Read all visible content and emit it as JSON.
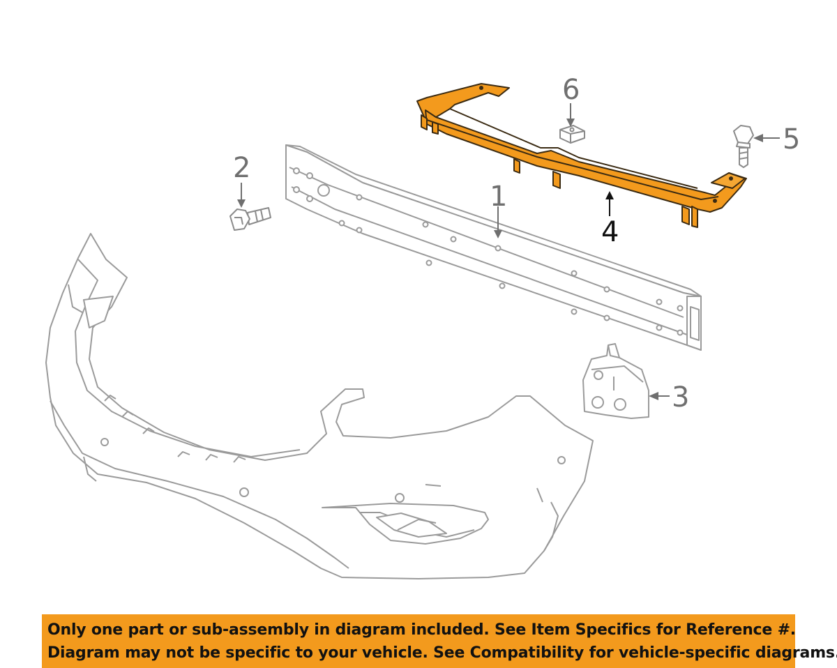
{
  "diagram": {
    "highlight_color": "#f39a1d",
    "outline_color": "#8a8a8a",
    "callouts": [
      {
        "id": "1",
        "label": "1",
        "part": "reinforcement-bar"
      },
      {
        "id": "2",
        "label": "2",
        "part": "bolt"
      },
      {
        "id": "3",
        "label": "3",
        "part": "bracket"
      },
      {
        "id": "4",
        "label": "4",
        "part": "upper-support-highlighted"
      },
      {
        "id": "5",
        "label": "5",
        "part": "bolt"
      },
      {
        "id": "6",
        "label": "6",
        "part": "clip-nut"
      }
    ]
  },
  "notice": {
    "line1": "Only one part or sub-assembly in diagram included. See Item Specifics for Reference #.",
    "line2": "Diagram may not be specific to your vehicle. See Compatibility for vehicle-specific diagrams.",
    "background": "#f39a1d"
  }
}
